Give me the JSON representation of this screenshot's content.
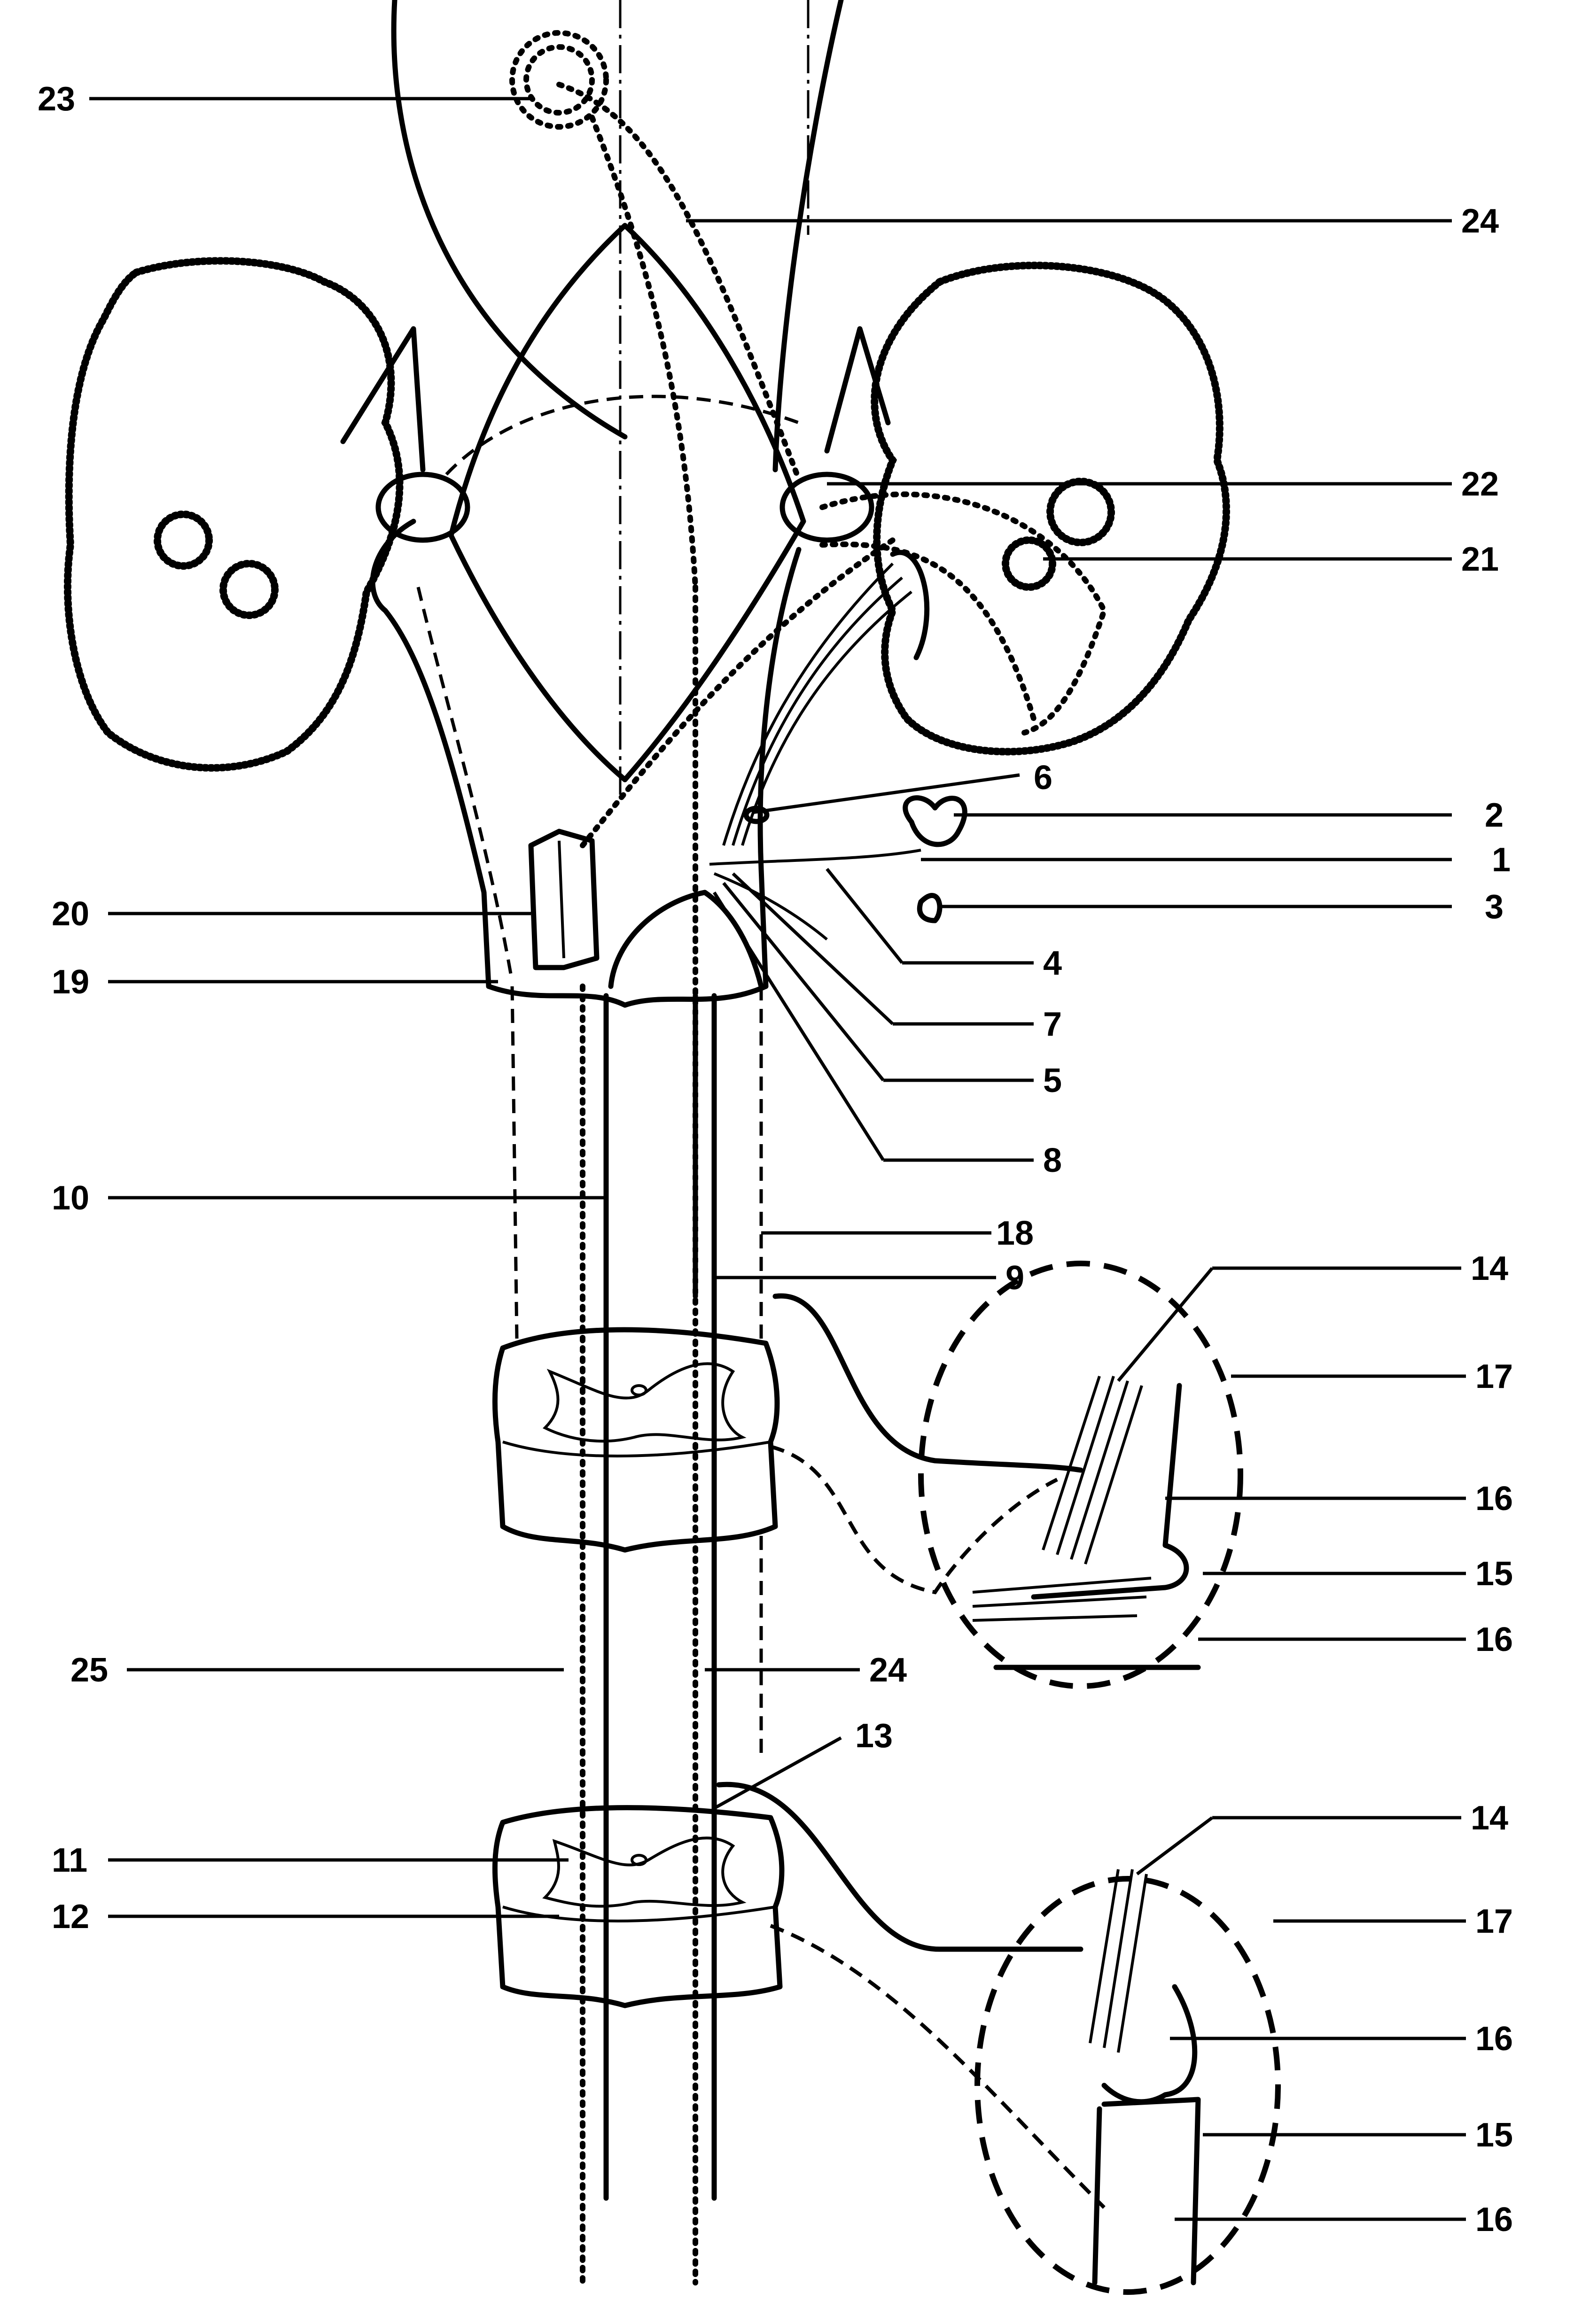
{
  "labels": {
    "l23": "23",
    "l24a": "24",
    "l22": "22",
    "l21": "21",
    "l6": "6",
    "l2": "2",
    "l1": "1",
    "l3": "3",
    "l20": "20",
    "l4": "4",
    "l19": "19",
    "l7": "7",
    "l5": "5",
    "l8": "8",
    "l10": "10",
    "l18": "18",
    "l9": "9",
    "l14a": "14",
    "l17a": "17",
    "l16a": "16",
    "l15a": "15",
    "l16b": "16",
    "l25": "25",
    "l24b": "24",
    "l13": "13",
    "l14b": "14",
    "l11": "11",
    "l12": "12",
    "l17b": "17",
    "l16c": "16",
    "l15b": "15",
    "l16d": "16"
  }
}
